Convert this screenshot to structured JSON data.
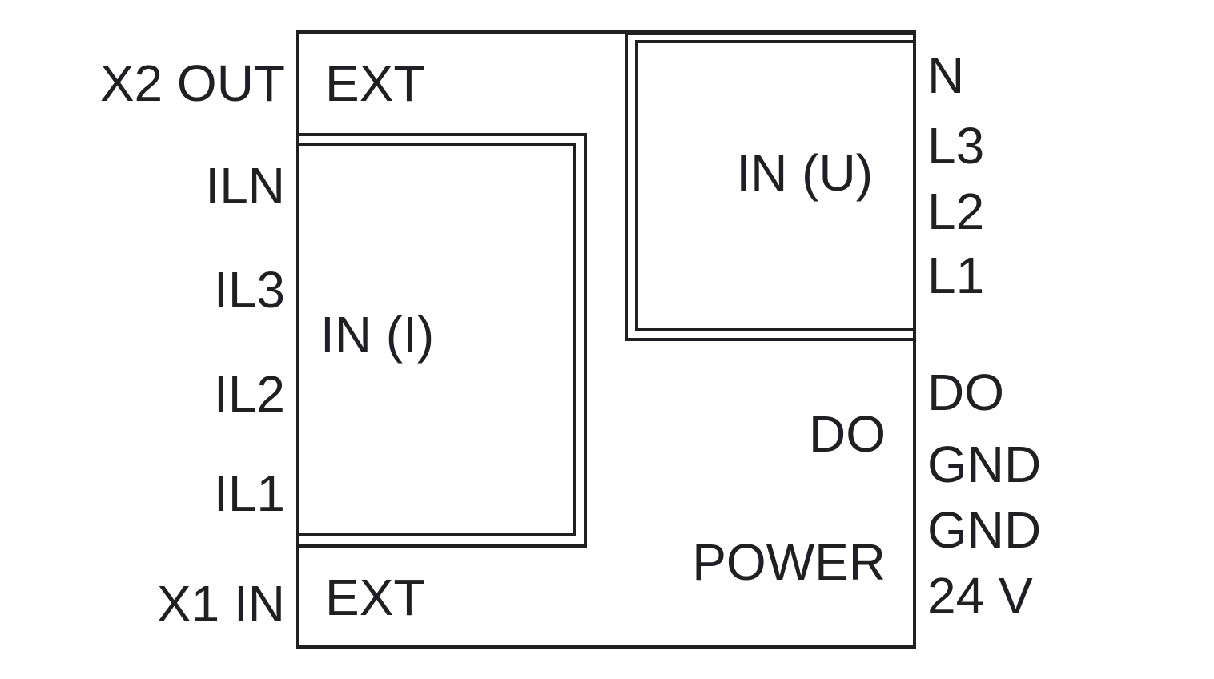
{
  "colors": {
    "line": "#1f1f24",
    "background": "#ffffff"
  },
  "left_terminals": {
    "x2_out": "X2 OUT",
    "iln": "ILN",
    "il3": "IL3",
    "il2": "IL2",
    "il1": "IL1",
    "x1_in": "X1 IN"
  },
  "right_terminals": {
    "n": "N",
    "l3": "L3",
    "l2": "L2",
    "l1": "L1",
    "do": "DO",
    "gnd_1": "GND",
    "gnd_2": "GND",
    "v24": "24 V"
  },
  "internal_labels": {
    "ext_top": "EXT",
    "ext_bottom": "EXT",
    "in_current": "IN (I)",
    "in_voltage": "IN (U)",
    "do": "DO",
    "power": "POWER"
  }
}
